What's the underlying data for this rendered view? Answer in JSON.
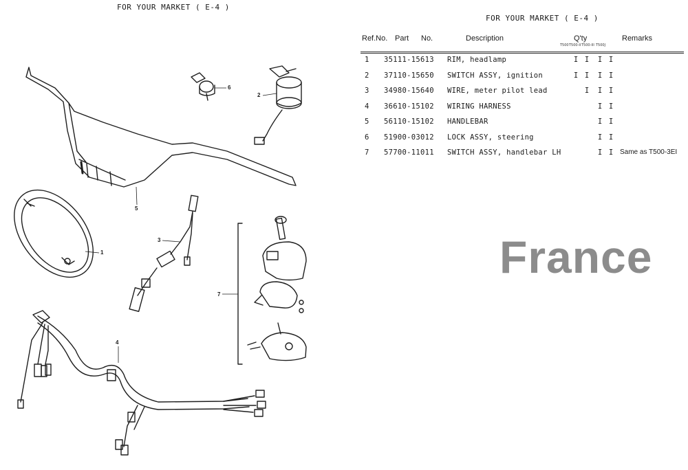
{
  "header": {
    "left_title": "FOR YOUR MARKET ( E-4 )",
    "right_title": "FOR YOUR MARKET ( E-4 )"
  },
  "table": {
    "headers": {
      "ref": "Ref.No.",
      "part": "Part",
      "no": "No.",
      "description": "Description",
      "qty": "Q'ty",
      "remarks": "Remarks"
    },
    "qty_subheaders": [
      "T500",
      "T500-II",
      "T500-III",
      "T500J"
    ],
    "rows": [
      {
        "ref": "1",
        "part": "35111-15613",
        "description": "RIM, headlamp",
        "qty": [
          "I",
          "I",
          "I",
          "I"
        ],
        "remarks": ""
      },
      {
        "ref": "2",
        "part": "37110-15650",
        "description": "SWITCH ASSY, ignition",
        "qty": [
          "I",
          "I",
          "I",
          "I"
        ],
        "remarks": ""
      },
      {
        "ref": "3",
        "part": "34980-15640",
        "description": "WIRE, meter pilot lead",
        "qty": [
          "",
          "I",
          "I",
          "I"
        ],
        "remarks": ""
      },
      {
        "ref": "4",
        "part": "36610-15102",
        "description": "WIRING HARNESS",
        "qty": [
          "",
          "",
          "I",
          "I"
        ],
        "remarks": ""
      },
      {
        "ref": "5",
        "part": "56110-15102",
        "description": "HANDLEBAR",
        "qty": [
          "",
          "",
          "I",
          "I"
        ],
        "remarks": ""
      },
      {
        "ref": "6",
        "part": "51900-03012",
        "description": "LOCK ASSY, steering",
        "qty": [
          "",
          "",
          "I",
          "I"
        ],
        "remarks": ""
      },
      {
        "ref": "7",
        "part": "57700-11011",
        "description": "SWITCH ASSY, handlebar LH",
        "qty": [
          "",
          "",
          "I",
          "I"
        ],
        "remarks": "Same as T500-3EI"
      }
    ]
  },
  "callouts": [
    "1",
    "2",
    "3",
    "4",
    "5",
    "6",
    "7"
  ],
  "watermark": "France"
}
